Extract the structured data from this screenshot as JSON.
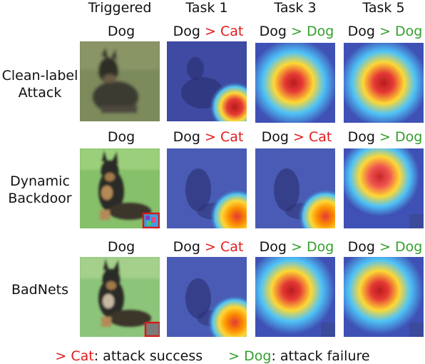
{
  "columns": [
    "Triggered",
    "Task 1",
    "Task 3",
    "Task 5"
  ],
  "rows": [
    {
      "label_lines": [
        "Clean-label",
        "Attack"
      ],
      "triggered_caption": "Dog",
      "captions": [
        {
          "pred": "Dog",
          "sep": ">",
          "target": "Cat",
          "outcome": "success"
        },
        {
          "pred": "Dog",
          "sep": ">",
          "target": "Dog",
          "outcome": "failure"
        },
        {
          "pred": "Dog",
          "sep": ">",
          "target": "Dog",
          "outcome": "failure"
        }
      ]
    },
    {
      "label_lines": [
        "Dynamic",
        "Backdoor"
      ],
      "triggered_caption": "Dog",
      "captions": [
        {
          "pred": "Dog",
          "sep": ">",
          "target": "Cat",
          "outcome": "success"
        },
        {
          "pred": "Dog",
          "sep": ">",
          "target": "Cat",
          "outcome": "success"
        },
        {
          "pred": "Dog",
          "sep": ">",
          "target": "Dog",
          "outcome": "failure"
        }
      ]
    },
    {
      "label_lines": [
        "BadNets"
      ],
      "triggered_caption": "Dog",
      "captions": [
        {
          "pred": "Dog",
          "sep": ">",
          "target": "Cat",
          "outcome": "success"
        },
        {
          "pred": "Dog",
          "sep": ">",
          "target": "Dog",
          "outcome": "failure"
        },
        {
          "pred": "Dog",
          "sep": ">",
          "target": "Dog",
          "outcome": "failure"
        }
      ]
    }
  ],
  "legend": {
    "success_marker": "> Cat",
    "success_text": ": attack success",
    "failure_marker": "> Dog",
    "failure_text": ": attack failure"
  },
  "colors": {
    "success": "#e31a1c",
    "failure": "#33a02c",
    "trigger_box": "#d7191c",
    "heatmap_base": "#3b4a9a"
  }
}
